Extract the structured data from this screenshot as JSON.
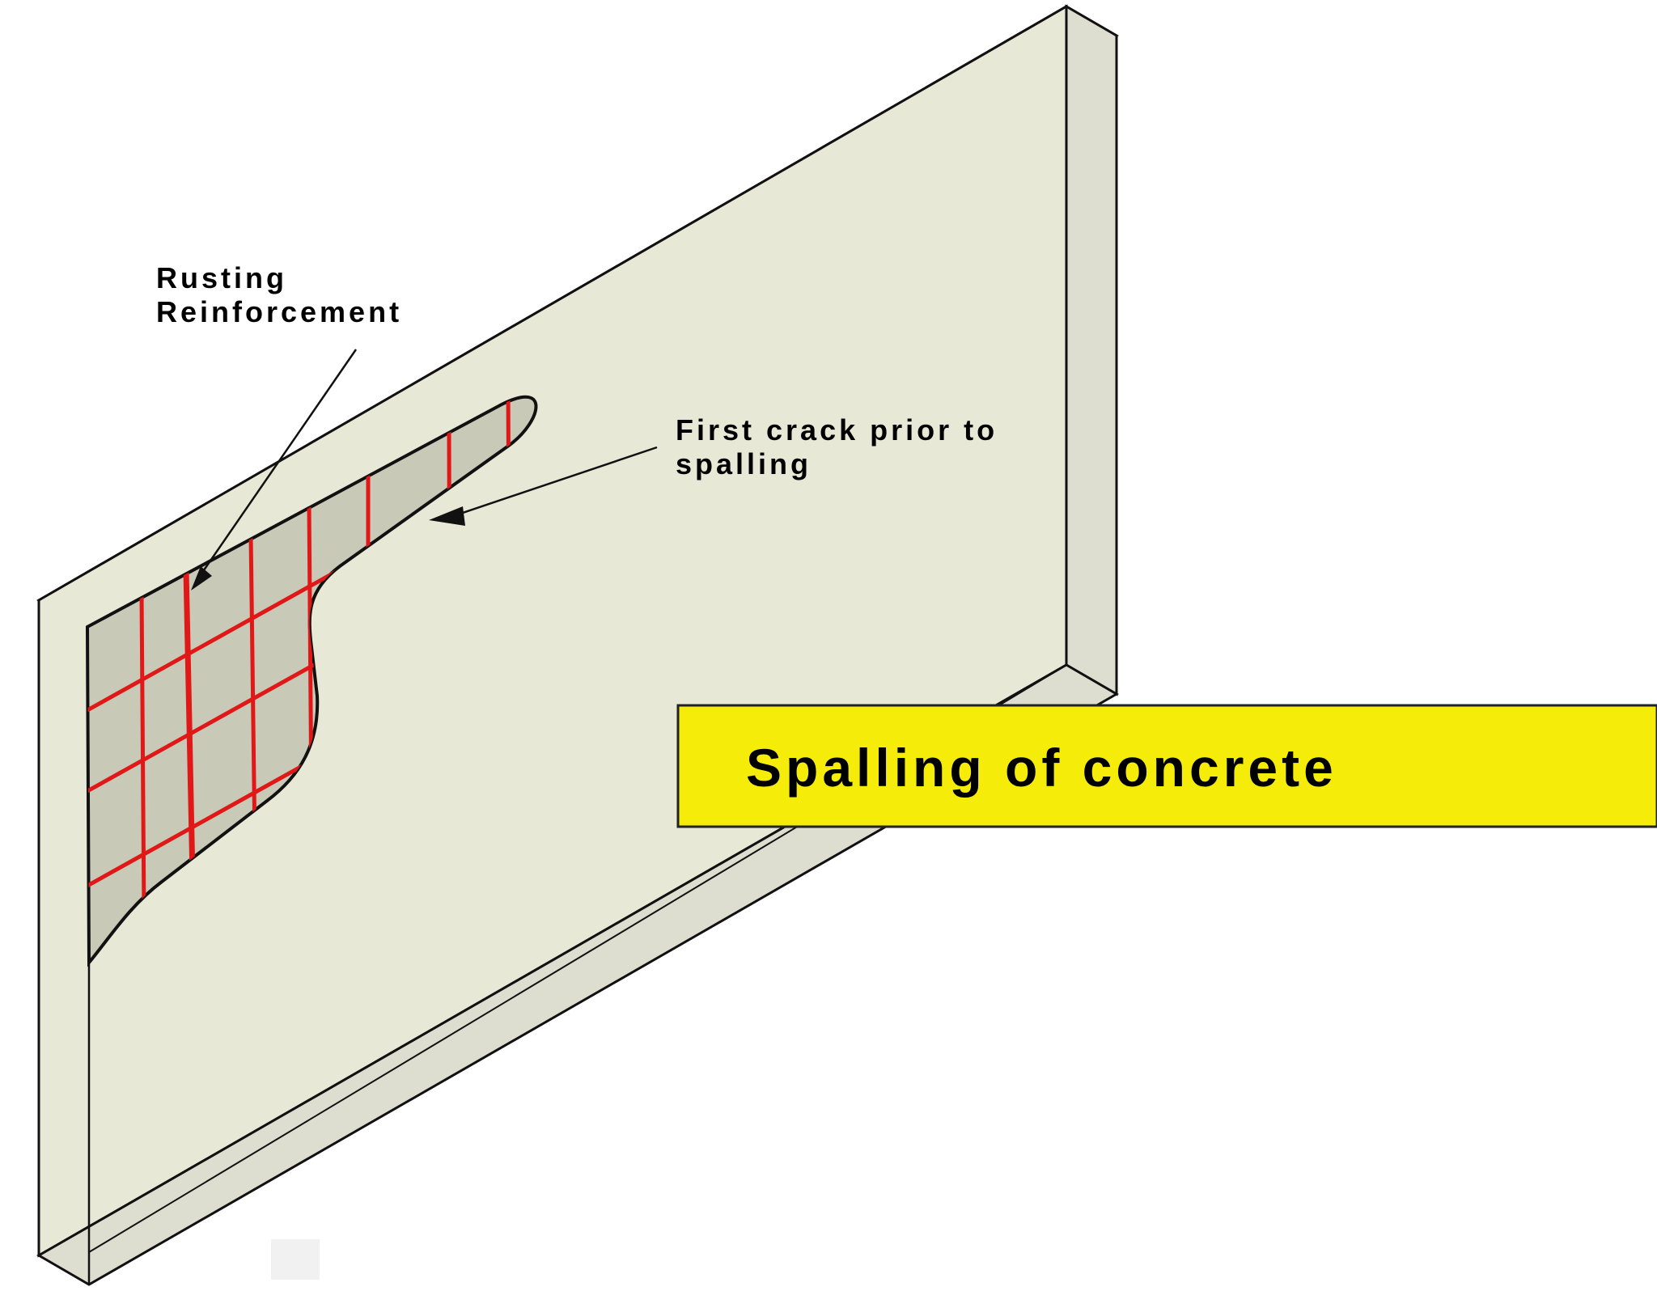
{
  "labels": {
    "rusting_line1": "Rusting",
    "rusting_line2": "Reinforcement",
    "crack_line1": "First crack prior to",
    "crack_line2": "spalling",
    "title": "Spalling of concrete"
  },
  "colors": {
    "slab_face": "#e8e8d6",
    "slab_edge": "#deded0",
    "spalled_area": "#c9c9b8",
    "rebar": "#e01818",
    "title_banner": "#f5ec0a",
    "outline": "#111111"
  }
}
